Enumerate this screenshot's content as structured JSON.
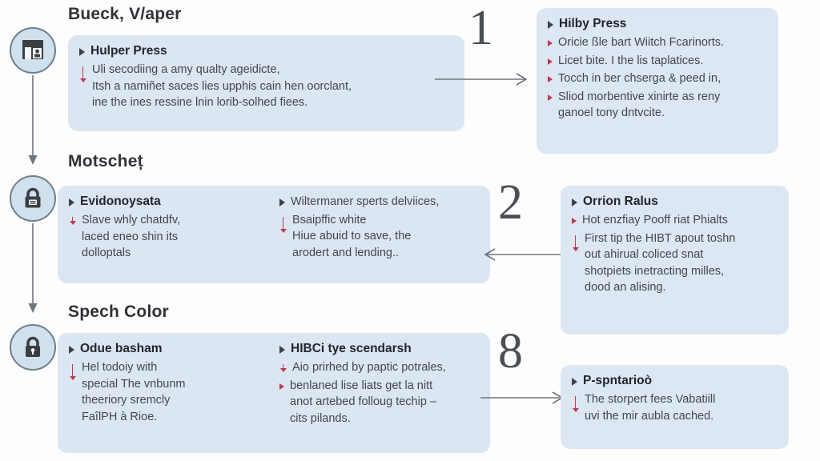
{
  "page": {
    "background_color": "#fdfdfe",
    "panel_color": "#dce6f2",
    "badge_fill": "#cfe0ee",
    "badge_stroke": "#6f7e8c",
    "accent_red": "#c0394b",
    "text_color": "#41474e",
    "heading_color": "#2f3237"
  },
  "sections": [
    {
      "heading": "Bueck, V/aper",
      "icon": "briefcase-person-icon",
      "columns": [
        {
          "head": "Hulper Press",
          "lines": [
            "Uli secodiing a amy qualty ageidicte,",
            "Itsh a namiñet saces lies upphis cain hen oorclant,",
            "ine the ines ressine lnin lorib-solhed fiees."
          ]
        }
      ]
    },
    {
      "heading": "Motscheț",
      "icon": "lock-card-icon",
      "columns": [
        {
          "head": "Evidonoysata",
          "lines": [
            "Slave whly chatdfv,",
            "laced eneo shin its",
            "dolloptals"
          ]
        },
        {
          "head": "Wiltermaner sperts delviices,",
          "lines": [
            "Bsaipffic white",
            "Hiue abuid to save, the",
            "arodert and lending.."
          ]
        }
      ]
    },
    {
      "heading": "Spech Color",
      "icon": "lock-keyhole-icon",
      "columns": [
        {
          "head": "Odue basham",
          "lines": [
            "Hel todoiy with",
            "special The vnbunm",
            "theeriory sremcly",
            "FaîlPH à Rioe."
          ]
        },
        {
          "head": "HIBCi tye scendarsh",
          "lines": [
            "Aio prirhed by paptic potrales,",
            "benlaned lise liats get la nitt",
            "anot artebed folloug techip –",
            "cits pilands."
          ]
        }
      ]
    }
  ],
  "steps": [
    {
      "number": "1",
      "arrow": "arrow-right",
      "head": "Hilby Press",
      "lines": [
        "Oricie ßle bart Wiitch Fcarinorts.",
        "Licet bite. I the lis taplatices.",
        "Tocch in ber chserga & peed in,",
        "Sliod morbentive xinirte as reny",
        "ganoel tony dntvcite."
      ]
    },
    {
      "number": "2",
      "arrow": "arrow-left",
      "head": "Orrion Ralus",
      "lines": [
        "Hot enzfiay Pooff riat Phialts",
        "First tip the HIBT apout toshn",
        "out ahirual coliced snat",
        "shotpiets inetracting milles,",
        "dood an alising."
      ]
    },
    {
      "number": "8",
      "arrow": "arrow-right",
      "head": "P-spntarioò",
      "lines": [
        "The storpert fees Vabatiill",
        "uvi the mir aubla cached."
      ]
    }
  ]
}
